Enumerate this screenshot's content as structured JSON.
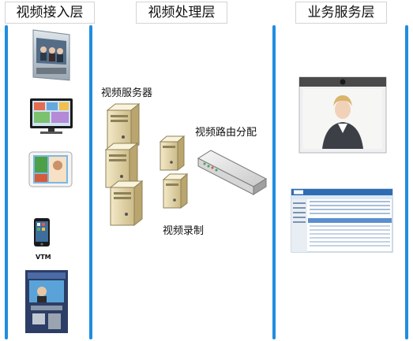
{
  "layers": {
    "access": {
      "title": "视频接入层"
    },
    "processing": {
      "title": "视频处理层"
    },
    "business": {
      "title": "业务服务层"
    }
  },
  "labels": {
    "video_server": "视频服务器",
    "video_router": "视频路由分配",
    "video_recording": "视频录制",
    "vtm": "VTM"
  },
  "colors": {
    "accent": "#1f8de0"
  }
}
